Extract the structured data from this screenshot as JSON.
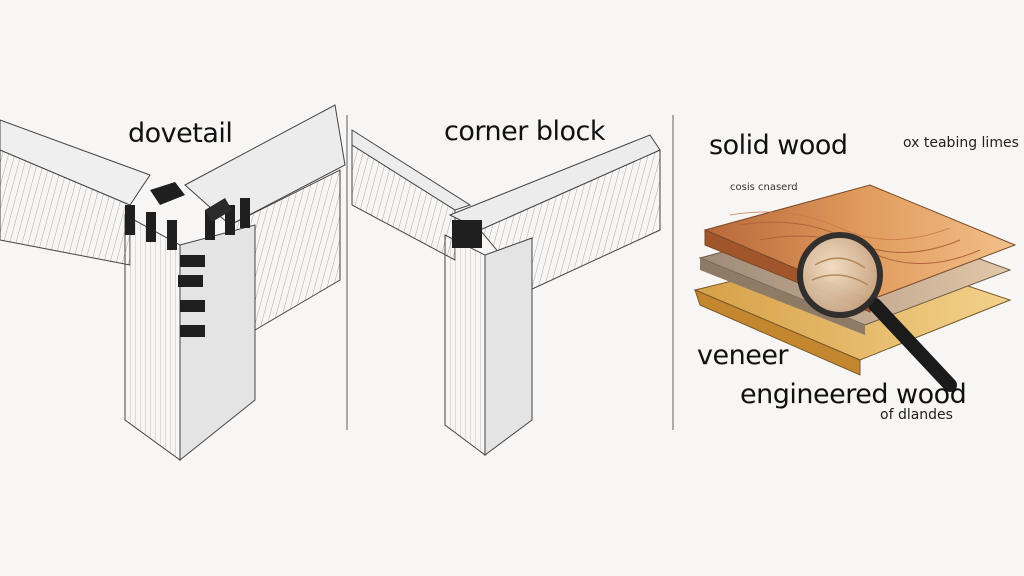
{
  "panels": [
    {
      "label": "dovetail"
    },
    {
      "label": "corner block"
    },
    {
      "labels": {
        "top": "solid wood",
        "top_right": "ox teabing limes",
        "small_note": "cosis cnaserd",
        "middle": "veneer",
        "bottom": "engineered wood",
        "bottom_sub": "of dlandes"
      }
    }
  ],
  "colors": {
    "paper": "#f7f6f4",
    "pencil": "#3a3a3a",
    "wood_top": "#d88a4e",
    "wood_mid": "#c9a27a",
    "wood_bottom": "#e6b24c",
    "magnifier_handle": "#1b1b1b"
  },
  "icons": [
    "magnifying-glass-icon"
  ]
}
